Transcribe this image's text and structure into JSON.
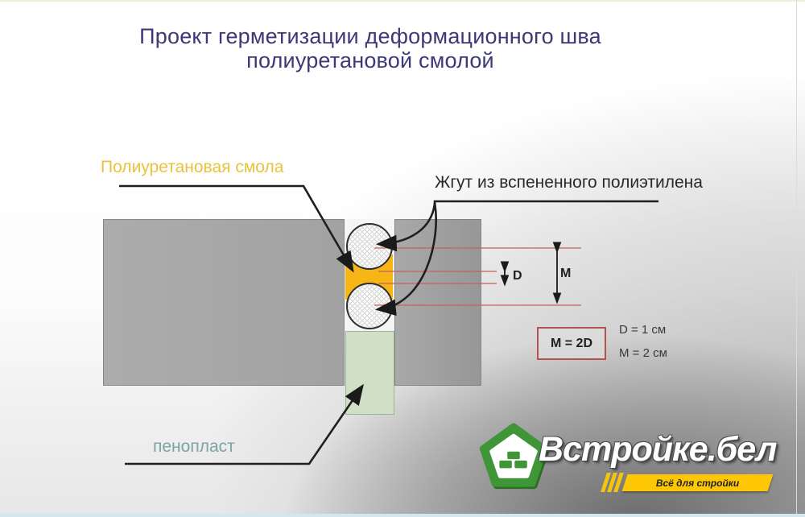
{
  "title": {
    "line1": "Проект герметизации деформационного шва",
    "line2": "полиуретановой смолой"
  },
  "labels": {
    "resin": "Полиуретановая смола",
    "cord": "Жгут из вспененного полиэтилена",
    "foam": "пенопласт"
  },
  "dimensions": {
    "d_letter": "D",
    "m_letter": "M",
    "formula": "M = 2D",
    "d_value": "D = 1 см",
    "m_value": "M = 2 см"
  },
  "logo": {
    "name": "Встройке.бел",
    "tagline": "Всё для стройки"
  },
  "colors": {
    "title_text": "#3d3878",
    "resin_label": "#e9c33e",
    "resin_fill": "#f7b616",
    "foam_label": "#7ba5a0",
    "foam_fill": "#cfe0c6",
    "slab_gray": "#a7a7a7",
    "dim_red_line": "#c4625a",
    "formula_border": "#b2544e",
    "logo_green": "#3f9638",
    "banner_yellow": "#fdc705"
  }
}
